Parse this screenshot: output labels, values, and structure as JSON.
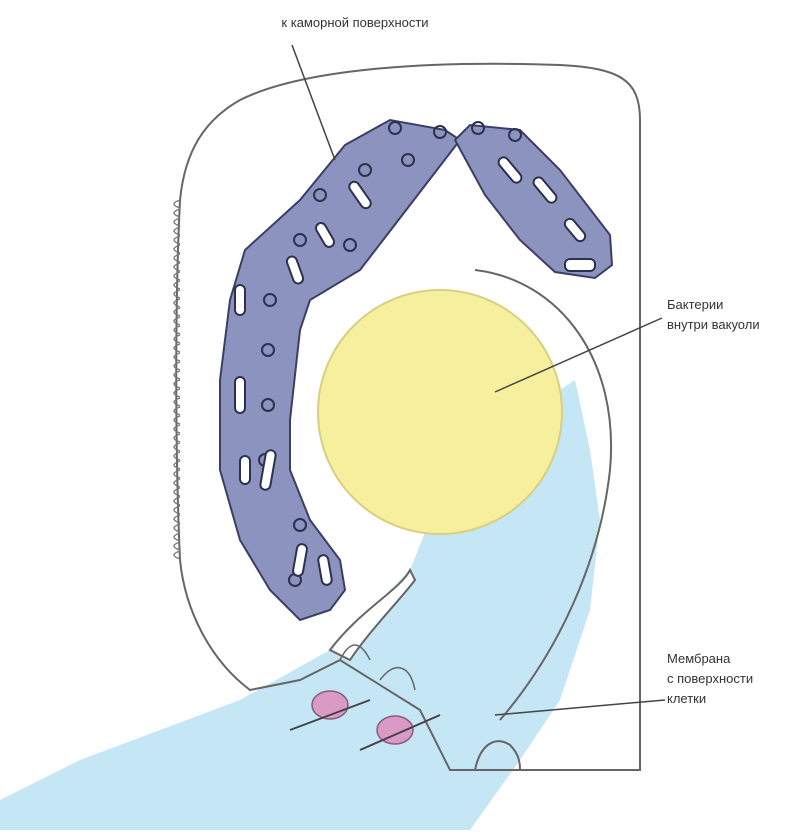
{
  "labels": {
    "top": "к каморной поверхности",
    "right_mid_line1": "Бактерии",
    "right_mid_line2": "внутри вакуоли",
    "right_bottom_line1": "Мембрана",
    "right_bottom_line2": "с поверхности",
    "right_bottom_line3": "клетки"
  },
  "colors": {
    "organelle": "#8d93bf",
    "organelle_stroke": "#3b3f63",
    "vesicle": "#f6ef9e",
    "vesicle_spikes": "#a89a55",
    "lumen": "#bfe3f3",
    "membrane": "#666666",
    "receptor": "#d99ac6"
  }
}
